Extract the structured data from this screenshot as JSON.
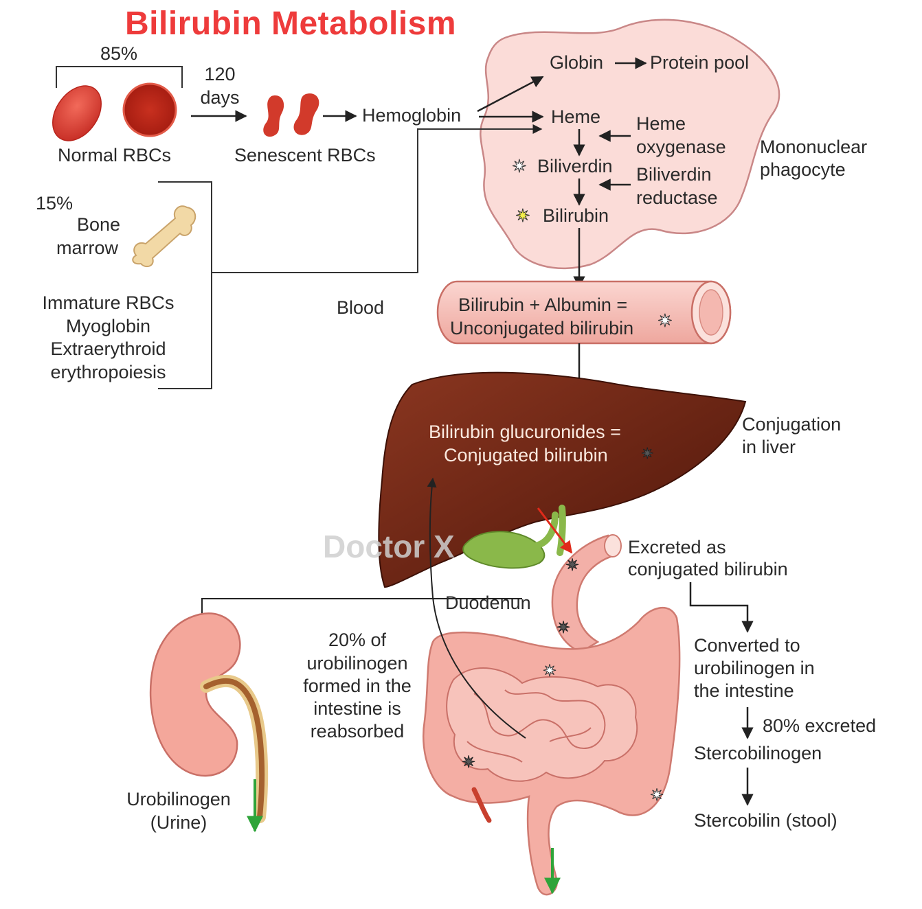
{
  "title": "Bilirubin Metabolism",
  "watermark": "Doctor X",
  "sources": {
    "normal_percent": "85%",
    "normal_rbcs": "Normal RBCs",
    "lifespan_days_line1": "120",
    "lifespan_days_line2": "days",
    "senescent_rbcs": "Senescent RBCs",
    "hemoglobin": "Hemoglobin",
    "other_percent": "15%",
    "bone": "Bone",
    "marrow": "marrow",
    "other_sources": [
      "Immature RBCs",
      "Myoglobin",
      "Extraerythroid",
      "erythropoiesis"
    ]
  },
  "phagocyte": {
    "globin": "Globin",
    "protein_pool": "Protein pool",
    "heme": "Heme",
    "heme_oxygenase_1": "Heme",
    "heme_oxygenase_2": "oxygenase",
    "biliverdin": "Biliverdin",
    "biliverdin_reductase_1": "Biliverdin",
    "biliverdin_reductase_2": "reductase",
    "bilirubin": "Bilirubin",
    "cell_label_1": "Mononuclear",
    "cell_label_2": "phagocyte"
  },
  "blood": {
    "label": "Blood",
    "line1": "Bilirubin + Albumin =",
    "line2": "Unconjugated bilirubin"
  },
  "liver": {
    "line1": "Bilirubin glucuronides =",
    "line2": "Conjugated bilirubin",
    "side_1": "Conjugation",
    "side_2": "in liver"
  },
  "intestine": {
    "excreted_1": "Excreted as",
    "excreted_2": "conjugated bilirubin",
    "duodenum": "Duodenun",
    "reabsorbed": [
      "20% of",
      "urobilinogen",
      "formed in the",
      "intestine is",
      "reabsorbed"
    ],
    "converted": [
      "Converted to",
      "urobilinogen in",
      "the intestine"
    ],
    "excreted_pct": "80% excreted",
    "stercobilinogen": "Stercobilinogen",
    "stercobilin": "Stercobilin (stool)"
  },
  "kidney": {
    "line1": "Urobilinogen",
    "line2": "(Urine)"
  },
  "colors": {
    "title": "#ee3b3b",
    "cell_fill": "#fbdcd8",
    "cell_stroke": "#c98787",
    "liver": "#6e2412",
    "vessel": "#f7c6c0",
    "intestine": "#f2a79d",
    "gallbladder": "#7fae3c",
    "green_arrow": "#2fa43a",
    "red_arrow": "#e02a1a"
  }
}
